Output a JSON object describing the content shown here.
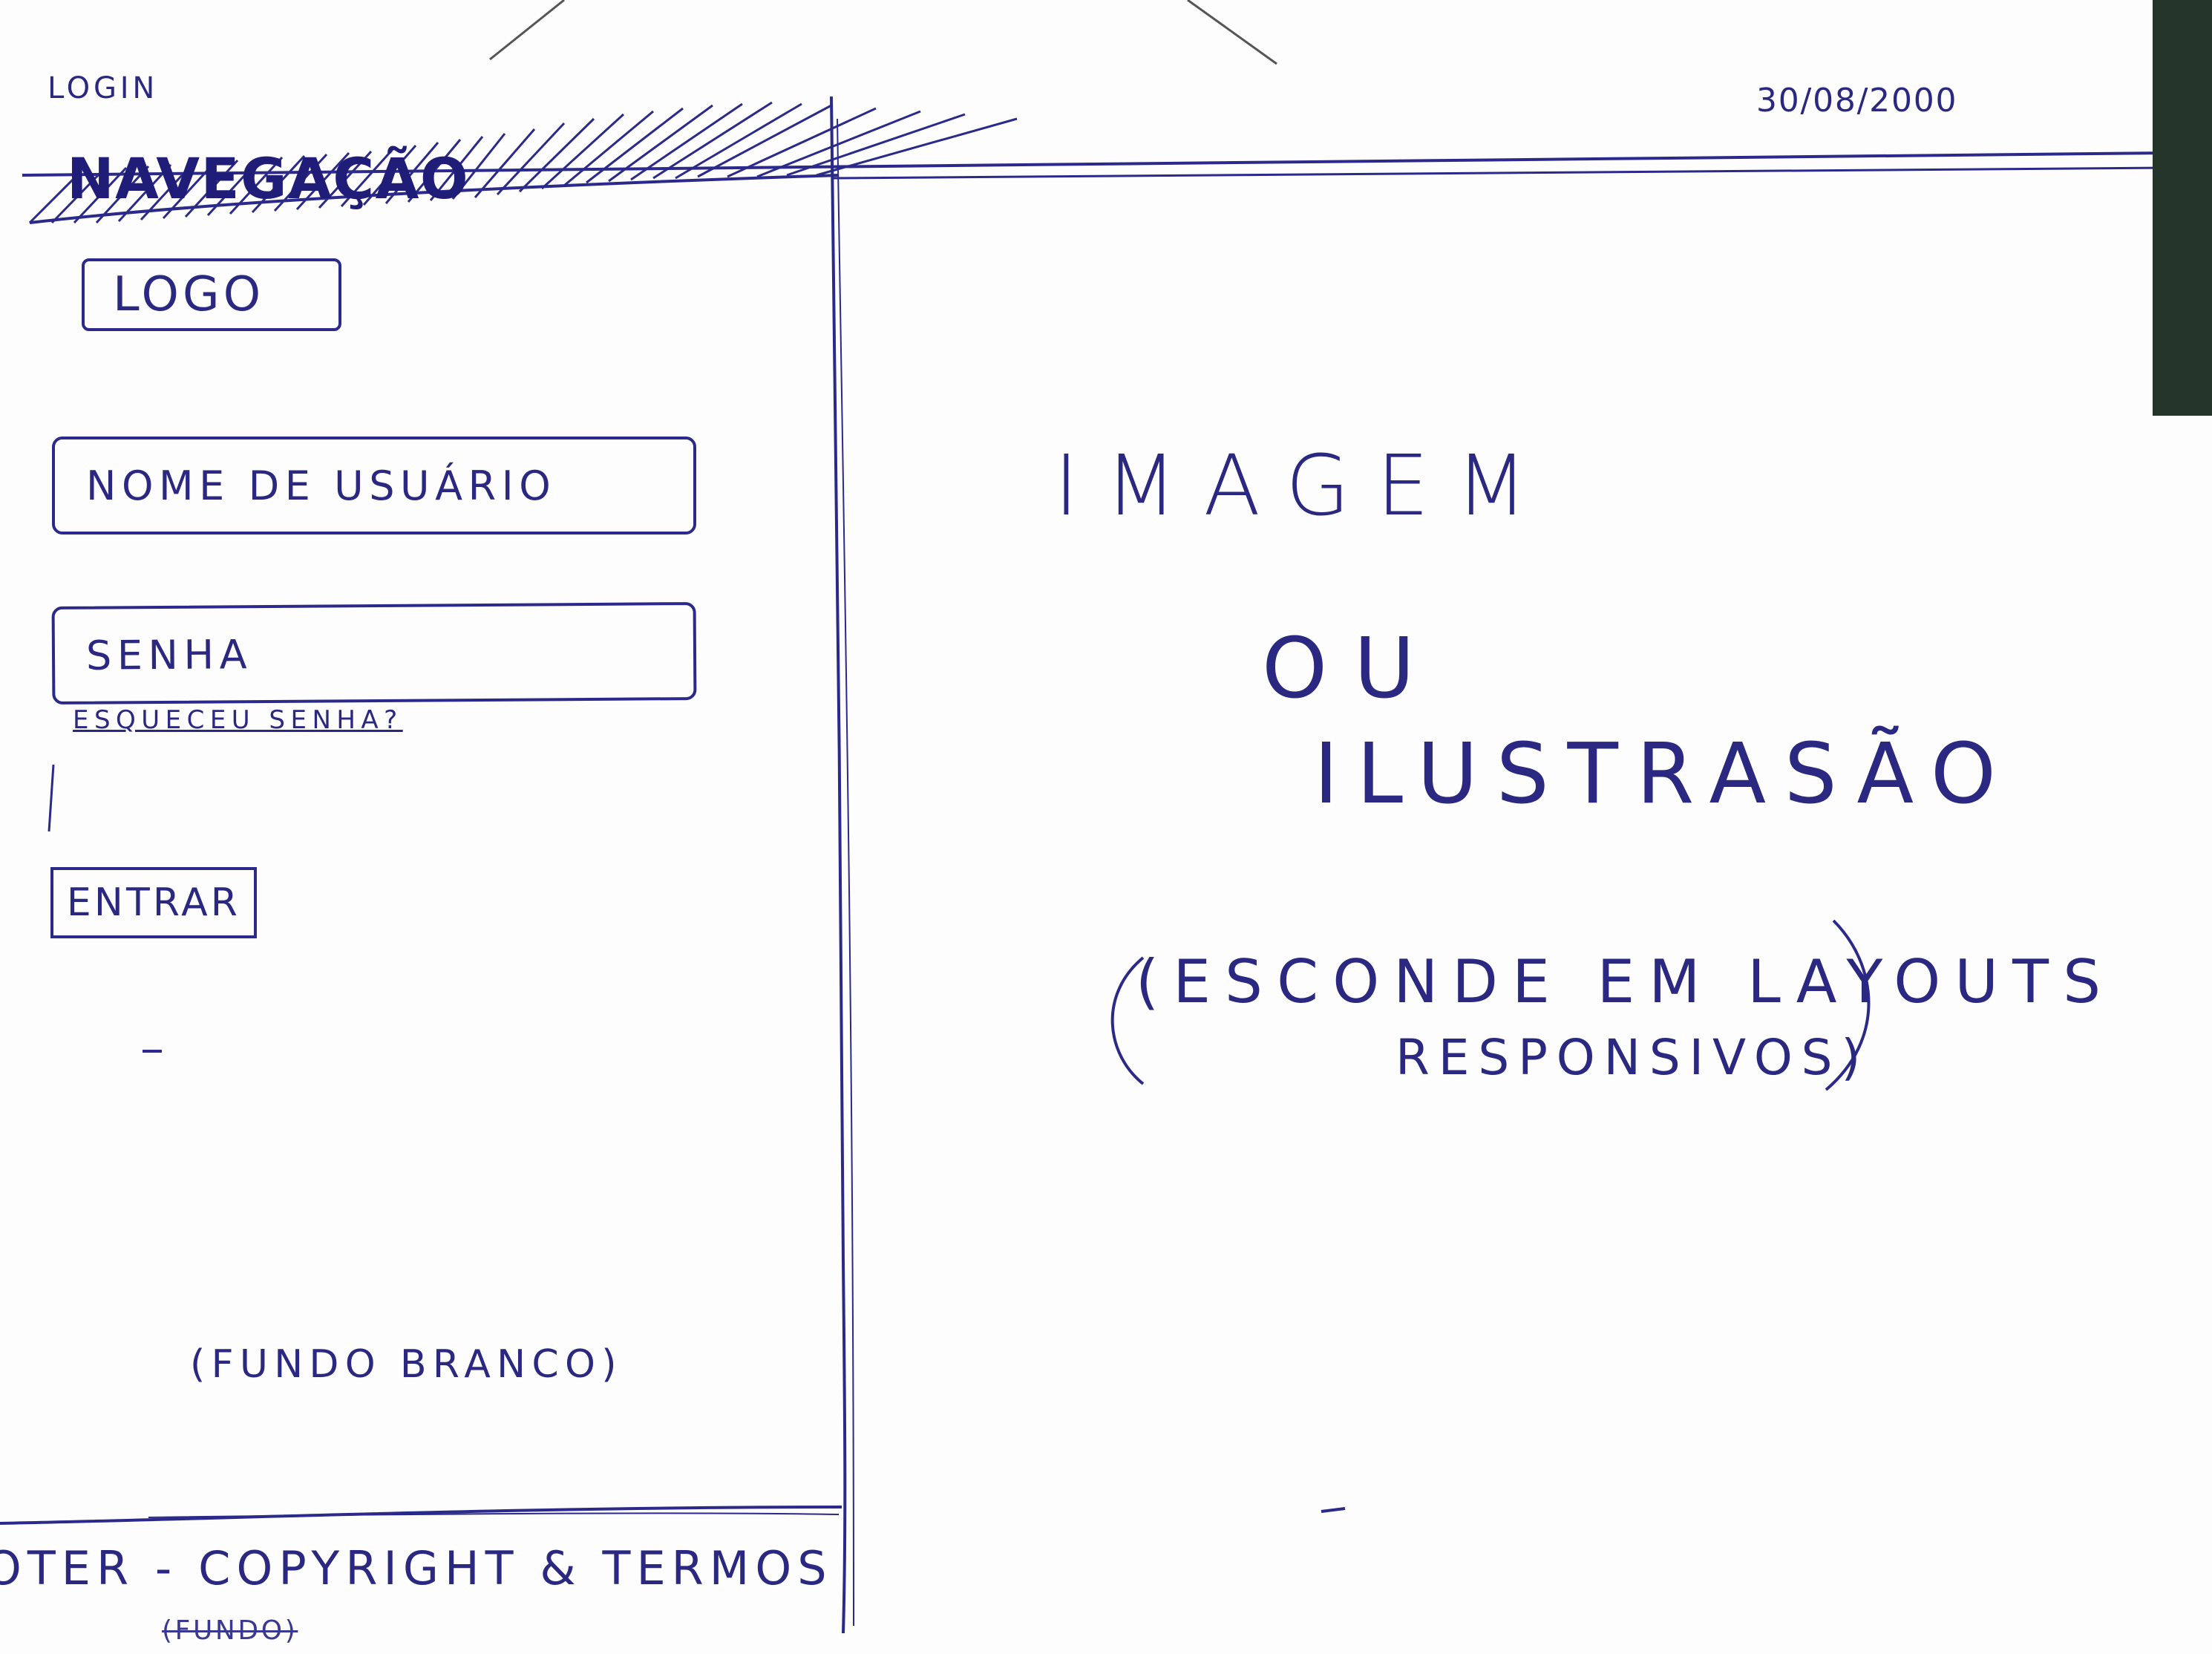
{
  "header": {
    "title": "LOGIN",
    "date": "30/08/2000",
    "nav_label": "NAVEGAÇÃO"
  },
  "login_panel": {
    "logo_label": "LOGO",
    "username_placeholder": "NOME DE USUÁRIO",
    "password_placeholder": "SENHA",
    "forgot_password": "ESQUECEU SENHA?",
    "submit_label": "ENTRAR",
    "background_note": "(FUNDO BRANCO)"
  },
  "image_panel": {
    "line1": "IMAGEM",
    "line2": "OU",
    "line3": "ILUSTRASÃO",
    "note_line1": "(ESCONDE EM LAYOUTS",
    "note_line2": "RESPONSIVOS)"
  },
  "footer": {
    "text": "OTER - COPYRIGHT & TERMOS",
    "struck_text": "(FUNDO)"
  },
  "colors": {
    "ink": "#2b2a8a",
    "paper": "#fdfdfd"
  }
}
